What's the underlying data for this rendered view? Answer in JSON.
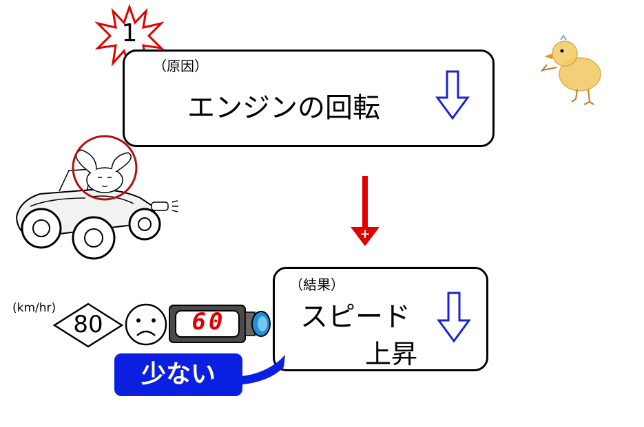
{
  "badge": {
    "number": "1",
    "color": "#e00000"
  },
  "cause_box": {
    "tag": "（原因）",
    "text": "エンジンの回転",
    "arrow_color": "#1a22d6"
  },
  "connector": {
    "color": "#e00000",
    "sign": "+"
  },
  "result_box": {
    "tag": "（結果）",
    "line1": "スピード",
    "line2": "上昇",
    "arrow_color": "#1a22d6"
  },
  "speed_unit": "(km/hr)",
  "speed_sign": "80",
  "face": "sad",
  "meter": {
    "value": "60",
    "digit_color": "#e00000",
    "lens_color": "#1e90d6"
  },
  "callout": {
    "text": "少ない",
    "color": "#0b1fe0"
  },
  "illustrations": [
    "rabbit-driving-car",
    "chick-walking"
  ]
}
